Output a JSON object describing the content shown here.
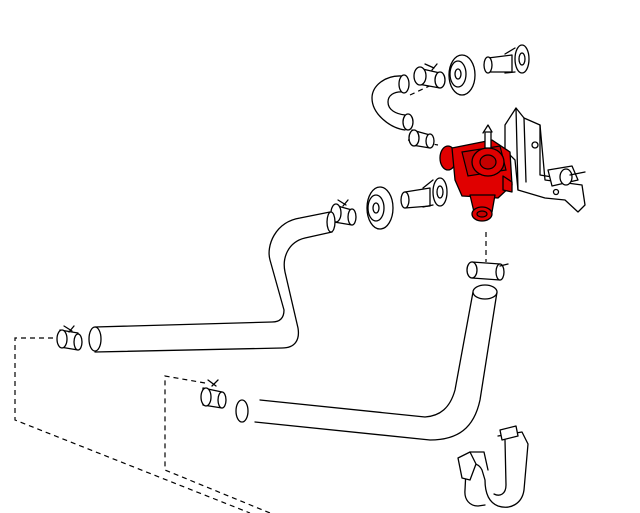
{
  "diagram": {
    "highlight_color": "#e00000",
    "line_color": "#000000",
    "background": "#ffffff",
    "highlighted_part": "valve-assembly",
    "parts": [
      "upper-hose-loop",
      "hose-clamp",
      "grommet",
      "hose-fitting",
      "valve-assembly",
      "mounting-bracket",
      "long-hose",
      "lower-hose",
      "support-clip"
    ]
  }
}
